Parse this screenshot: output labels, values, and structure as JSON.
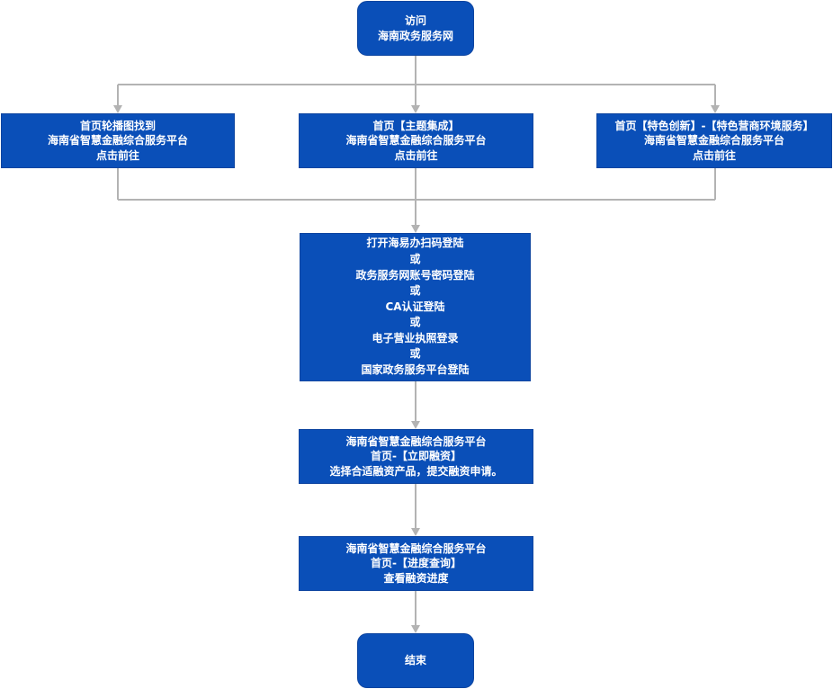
{
  "nodes": {
    "start": {
      "lines": [
        "访问",
        "海南政务服务网"
      ]
    },
    "branch_left": {
      "lines": [
        "首页轮播图找到",
        "海南省智慧金融综合服务平台",
        "点击前往"
      ]
    },
    "branch_middle": {
      "lines": [
        "首页【主题集成】",
        "海南省智慧金融综合服务平台",
        "点击前往"
      ]
    },
    "branch_right": {
      "lines": [
        "首页【特色创新】-【特色营商环境服务】",
        "海南省智慧金融综合服务平台",
        "点击前往"
      ]
    },
    "login": {
      "lines": [
        "打开海易办扫码登陆",
        "或",
        "政务服务网账号密码登陆",
        "或",
        "CA认证登陆",
        "或",
        "电子营业执照登录",
        "或",
        "国家政务服务平台登陆"
      ]
    },
    "apply": {
      "lines": [
        "海南省智慧金融综合服务平台",
        "首页-【立即融资】",
        "选择合适融资产品，提交融资申请。"
      ]
    },
    "progress": {
      "lines": [
        "海南省智慧金融综合服务平台",
        "首页-【进度查询】",
        "查看融资进度"
      ]
    },
    "end": {
      "lines": [
        "结束"
      ]
    }
  },
  "colors": {
    "node_fill": "#0a4fb8",
    "node_border": "#0e45a0",
    "node_text": "#ffffff",
    "connector": "#b3b3b3"
  }
}
